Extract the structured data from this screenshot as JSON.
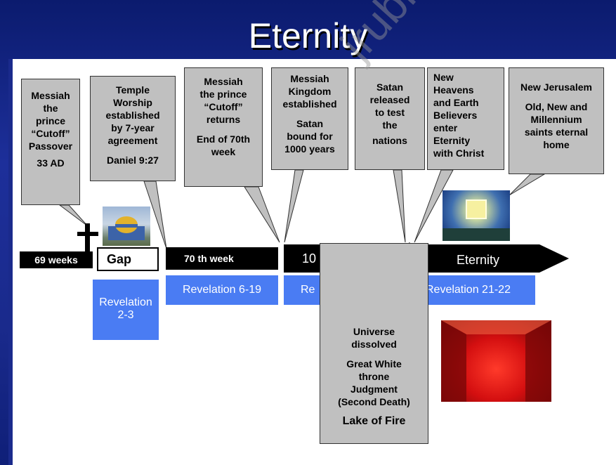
{
  "title": "Eternity",
  "callouts": {
    "messiah_passover": [
      "Messiah",
      "the",
      "prince",
      "“Cutoff”",
      "Passover",
      "33 AD"
    ],
    "temple": [
      "Temple",
      "Worship",
      "established",
      "by 7-year",
      "agreement",
      "Daniel 9:27"
    ],
    "returns": [
      "Messiah",
      "the prince",
      "“Cutoff”",
      "returns",
      "End of 70th",
      "week"
    ],
    "kingdom": [
      "Messiah",
      "Kingdom",
      "established",
      "Satan",
      "bound for",
      "1000 years"
    ],
    "satan": [
      "Satan",
      "released",
      "to test",
      "the",
      "nations"
    ],
    "new_heavens": [
      "New",
      "Heavens",
      "and Earth",
      "Believers",
      "enter",
      "Eternity",
      "with Christ"
    ],
    "new_jerusalem": [
      "New Jerusalem",
      "Old, New and",
      "Millennium",
      "saints eternal",
      "home"
    ],
    "lake": [
      "Universe",
      "dissolved",
      "Great White",
      "throne",
      "Judgment",
      "(Second Death)",
      "Lake of Fire"
    ]
  },
  "timeline": {
    "weeks69": "69 weeks",
    "gap": "Gap",
    "week70": "70 th  week",
    "thousand": "10",
    "eternity": "Eternity"
  },
  "revelation": {
    "rev_2_3": [
      "Revelation",
      "2-3"
    ],
    "rev_6_19": "Revelation 6-19",
    "rev_20": "Re",
    "rev_21_22": "Revelation  21-22"
  },
  "watermark": "jrubhnet.com",
  "colors": {
    "background": "#1a2a8c",
    "callout": "#c0c0c0",
    "revelation": "#4a7cf3",
    "bar": "#000000"
  },
  "icons": {
    "cross": "cross-icon",
    "dome": "dome-of-rock-image",
    "city": "glowing-cube-image",
    "fire": "lake-of-fire-image"
  }
}
